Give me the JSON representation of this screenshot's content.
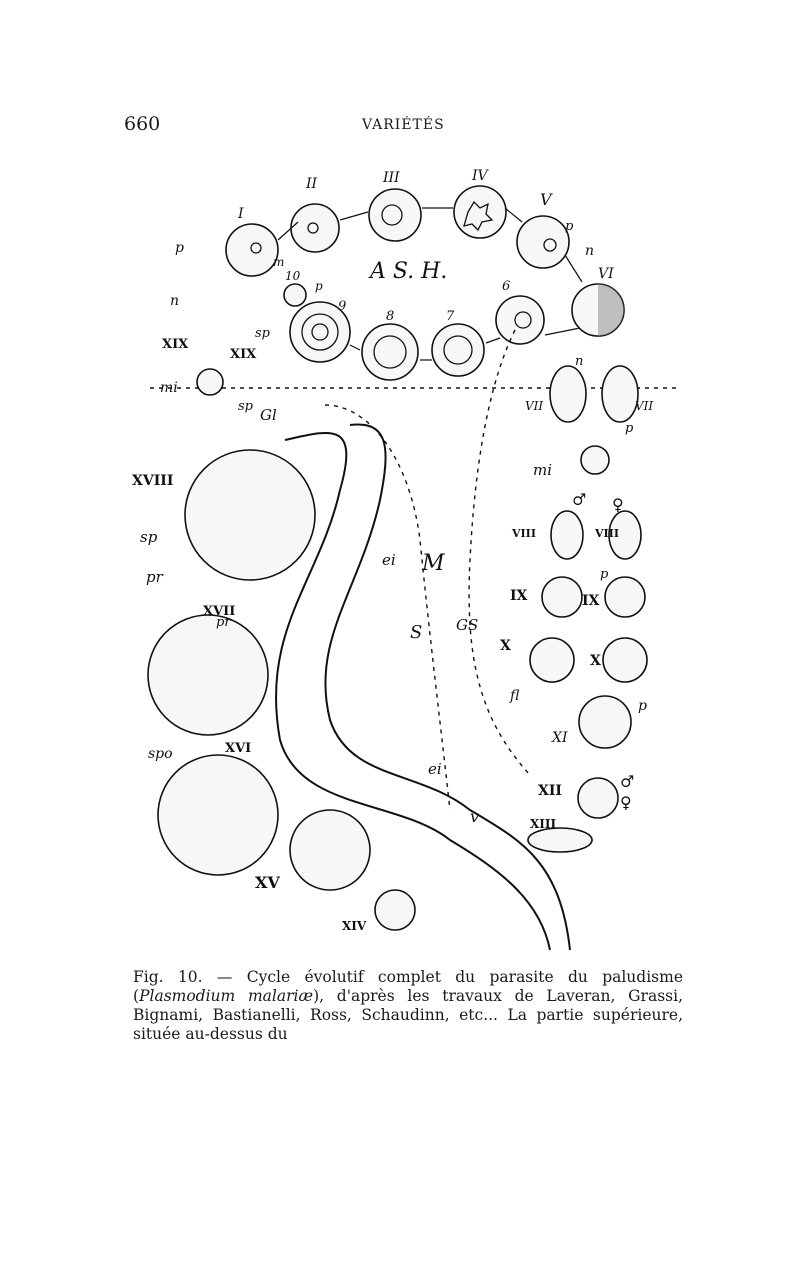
{
  "header": {
    "page_number": "660",
    "running_head": "VARIÉTÉS"
  },
  "figure": {
    "upper_label": "A S. H.",
    "labels": {
      "I": "I",
      "II": "II",
      "III": "III",
      "IV": "IV",
      "V": "V",
      "VI": "VI",
      "VII": "VII",
      "VIII": "VIII",
      "IX": "IX",
      "X": "X",
      "XI": "XI",
      "XII": "XII",
      "XIII": "XIII",
      "XIV": "XIV",
      "XV": "XV",
      "XVI": "XVI",
      "XVII": "XVII",
      "XVIII": "XVIII",
      "XIX": "XIX"
    },
    "small_labels": {
      "p": "p",
      "n": "n",
      "m": "m",
      "sp": "sp",
      "mi": "mi",
      "gl": "Gl",
      "pr": "pr",
      "ei": "ei",
      "M": "M",
      "S": "S",
      "GS": "GS",
      "v": "v",
      "fl": "fl",
      "spo": "spo",
      "ten": "10",
      "nine": "9",
      "eight": "8",
      "seven": "7",
      "six": "6",
      "male": "♂",
      "female": "♀"
    }
  },
  "caption": {
    "prefix": "Fig. 10. — Cycle évolutif complet du parasite du paludisme (",
    "italic": "Plasmodium malariæ",
    "suffix": "), d'après les travaux de Laveran, Grassi, Bignami, Bastianelli, Ross, Schaudinn, etc... La partie supérieure, située au-dessus du"
  }
}
